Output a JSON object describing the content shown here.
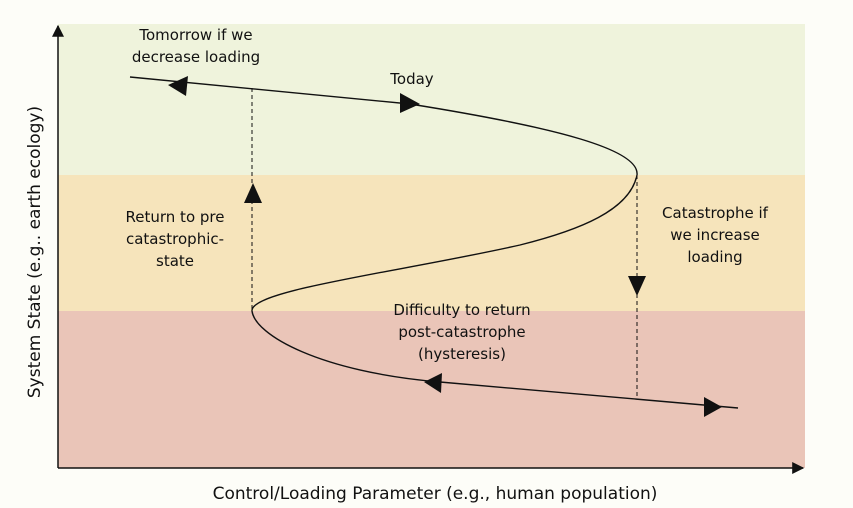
{
  "colors": {
    "stable_high": "#eff3dc",
    "transition": "#f6e4bb",
    "collapsed": "#eac5b8",
    "background": "#fdfdf8"
  },
  "axes": {
    "x_label": "Control/Loading Parameter (e.g., human population)",
    "y_label": "System State (e.g.. earth ecology)"
  },
  "annotations": {
    "tomorrow": [
      "Tomorrow if we",
      "decrease loading"
    ],
    "today": "Today",
    "return": [
      "Return to pre",
      "catastrophic-",
      "state"
    ],
    "catastrophe": [
      "Catastrophe if",
      "we increase",
      "loading"
    ],
    "difficulty": [
      "Difficulty to return",
      "post-catastrophe",
      "(hysteresis)"
    ]
  }
}
